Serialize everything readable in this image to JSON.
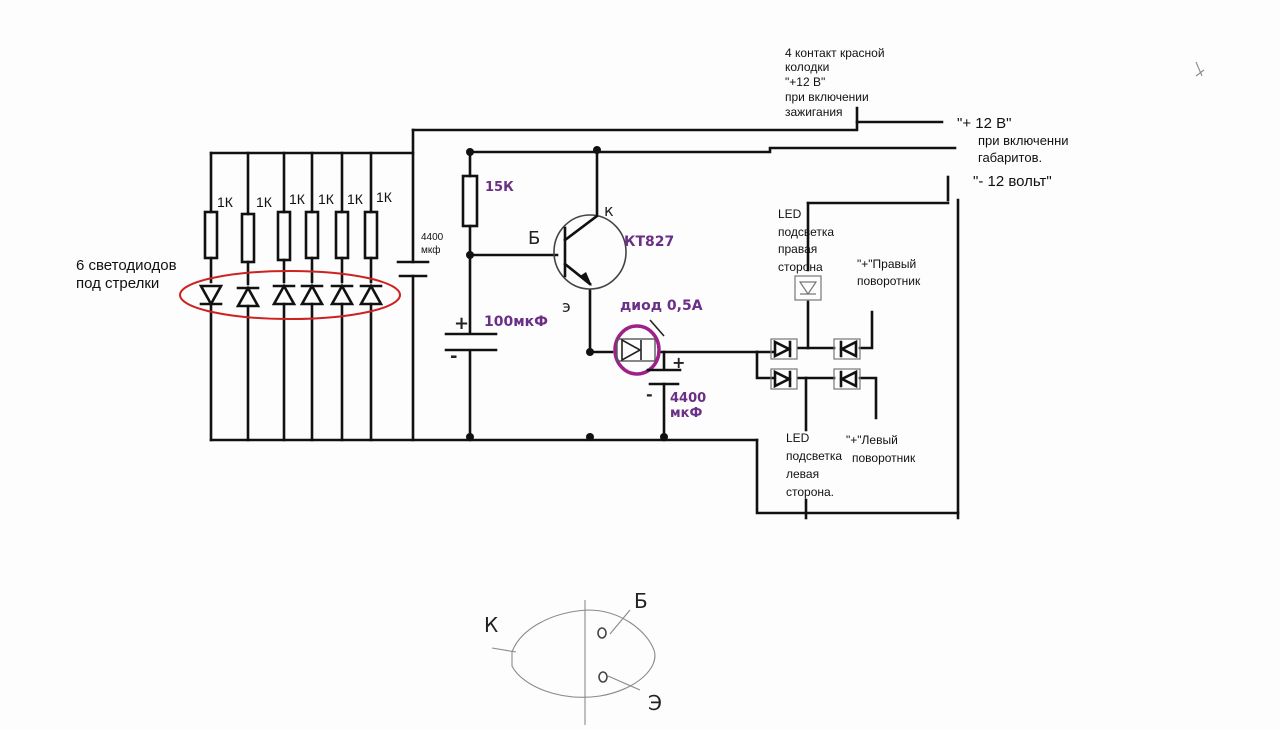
{
  "labels": {
    "red_connector": [
      "4 контакт красной",
      "колодки",
      "\"+12 В\"",
      "при включении",
      "зажигания"
    ],
    "plus12": "\"+ 12 В\"",
    "parking_lights": [
      "при включенни",
      "габаритов."
    ],
    "minus12": "\"- 12 вольт\"",
    "resistor_1k": "1К",
    "leds_under_needles": [
      "6 светодиодов",
      "под стрелки"
    ],
    "cap_4400_left": [
      "4400",
      "мкф"
    ],
    "resistor_15k": "15К",
    "base_letter": "Б",
    "collector_letter": "к",
    "emitter_letter": "э",
    "transistor": "КТ827",
    "diode": "диод 0,5А",
    "cap_100": "100мкФ",
    "cap_4400_right": [
      "4400",
      "мкФ"
    ],
    "plus_sign": "+",
    "minus_sign": "-",
    "led_right": [
      "LED",
      "подсветка",
      "правая",
      "сторона"
    ],
    "right_turn": [
      "\"+\"Правый",
      "поворотник"
    ],
    "led_left": [
      "LED",
      "подсветка",
      "левая",
      "сторона."
    ],
    "left_turn": [
      "\"+\"Левый",
      "поворотник"
    ],
    "pinout_k": "К",
    "pinout_b": "Б",
    "pinout_e": "Э"
  },
  "colors": {
    "wire": "#111111",
    "highlight_ring": "#cc2222",
    "diode_ring": "#a0208a",
    "annotation": "#6a2f86"
  }
}
